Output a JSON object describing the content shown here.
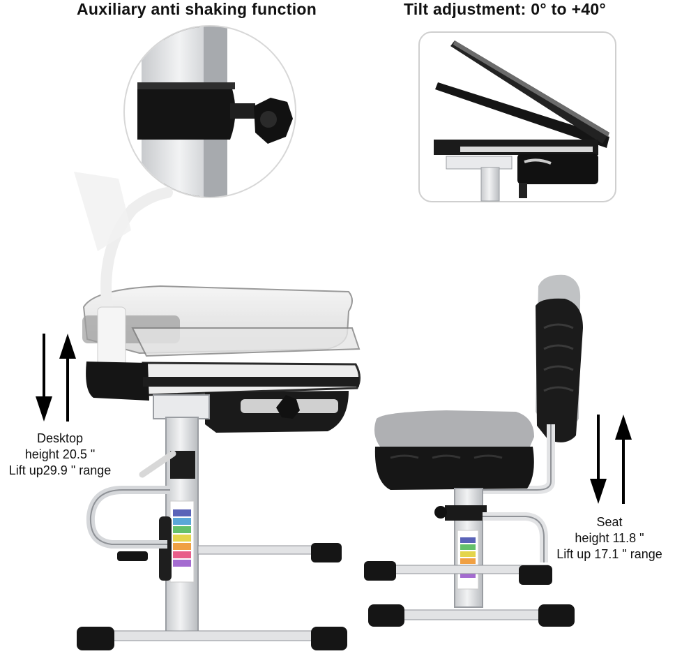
{
  "headings": {
    "anti_shake": "Auxiliary anti shaking function",
    "tilt": "Tilt adjustment: 0° to +40°"
  },
  "desk_caption": {
    "line1": "Desktop",
    "line2": "height 20.5 \"",
    "line3": "Lift up29.9 \" range"
  },
  "seat_caption": {
    "line1": "Seat",
    "line2": "height 11.8 \"",
    "line3": "Lift up  17.1 \" range"
  },
  "colors": {
    "frame": "#e9eaec",
    "frame_stroke": "#9a9da2",
    "plastic": "#1c1c1c",
    "ghost": "#8d8f93",
    "tray": "#2a2a2a",
    "arrow": "#000000"
  }
}
